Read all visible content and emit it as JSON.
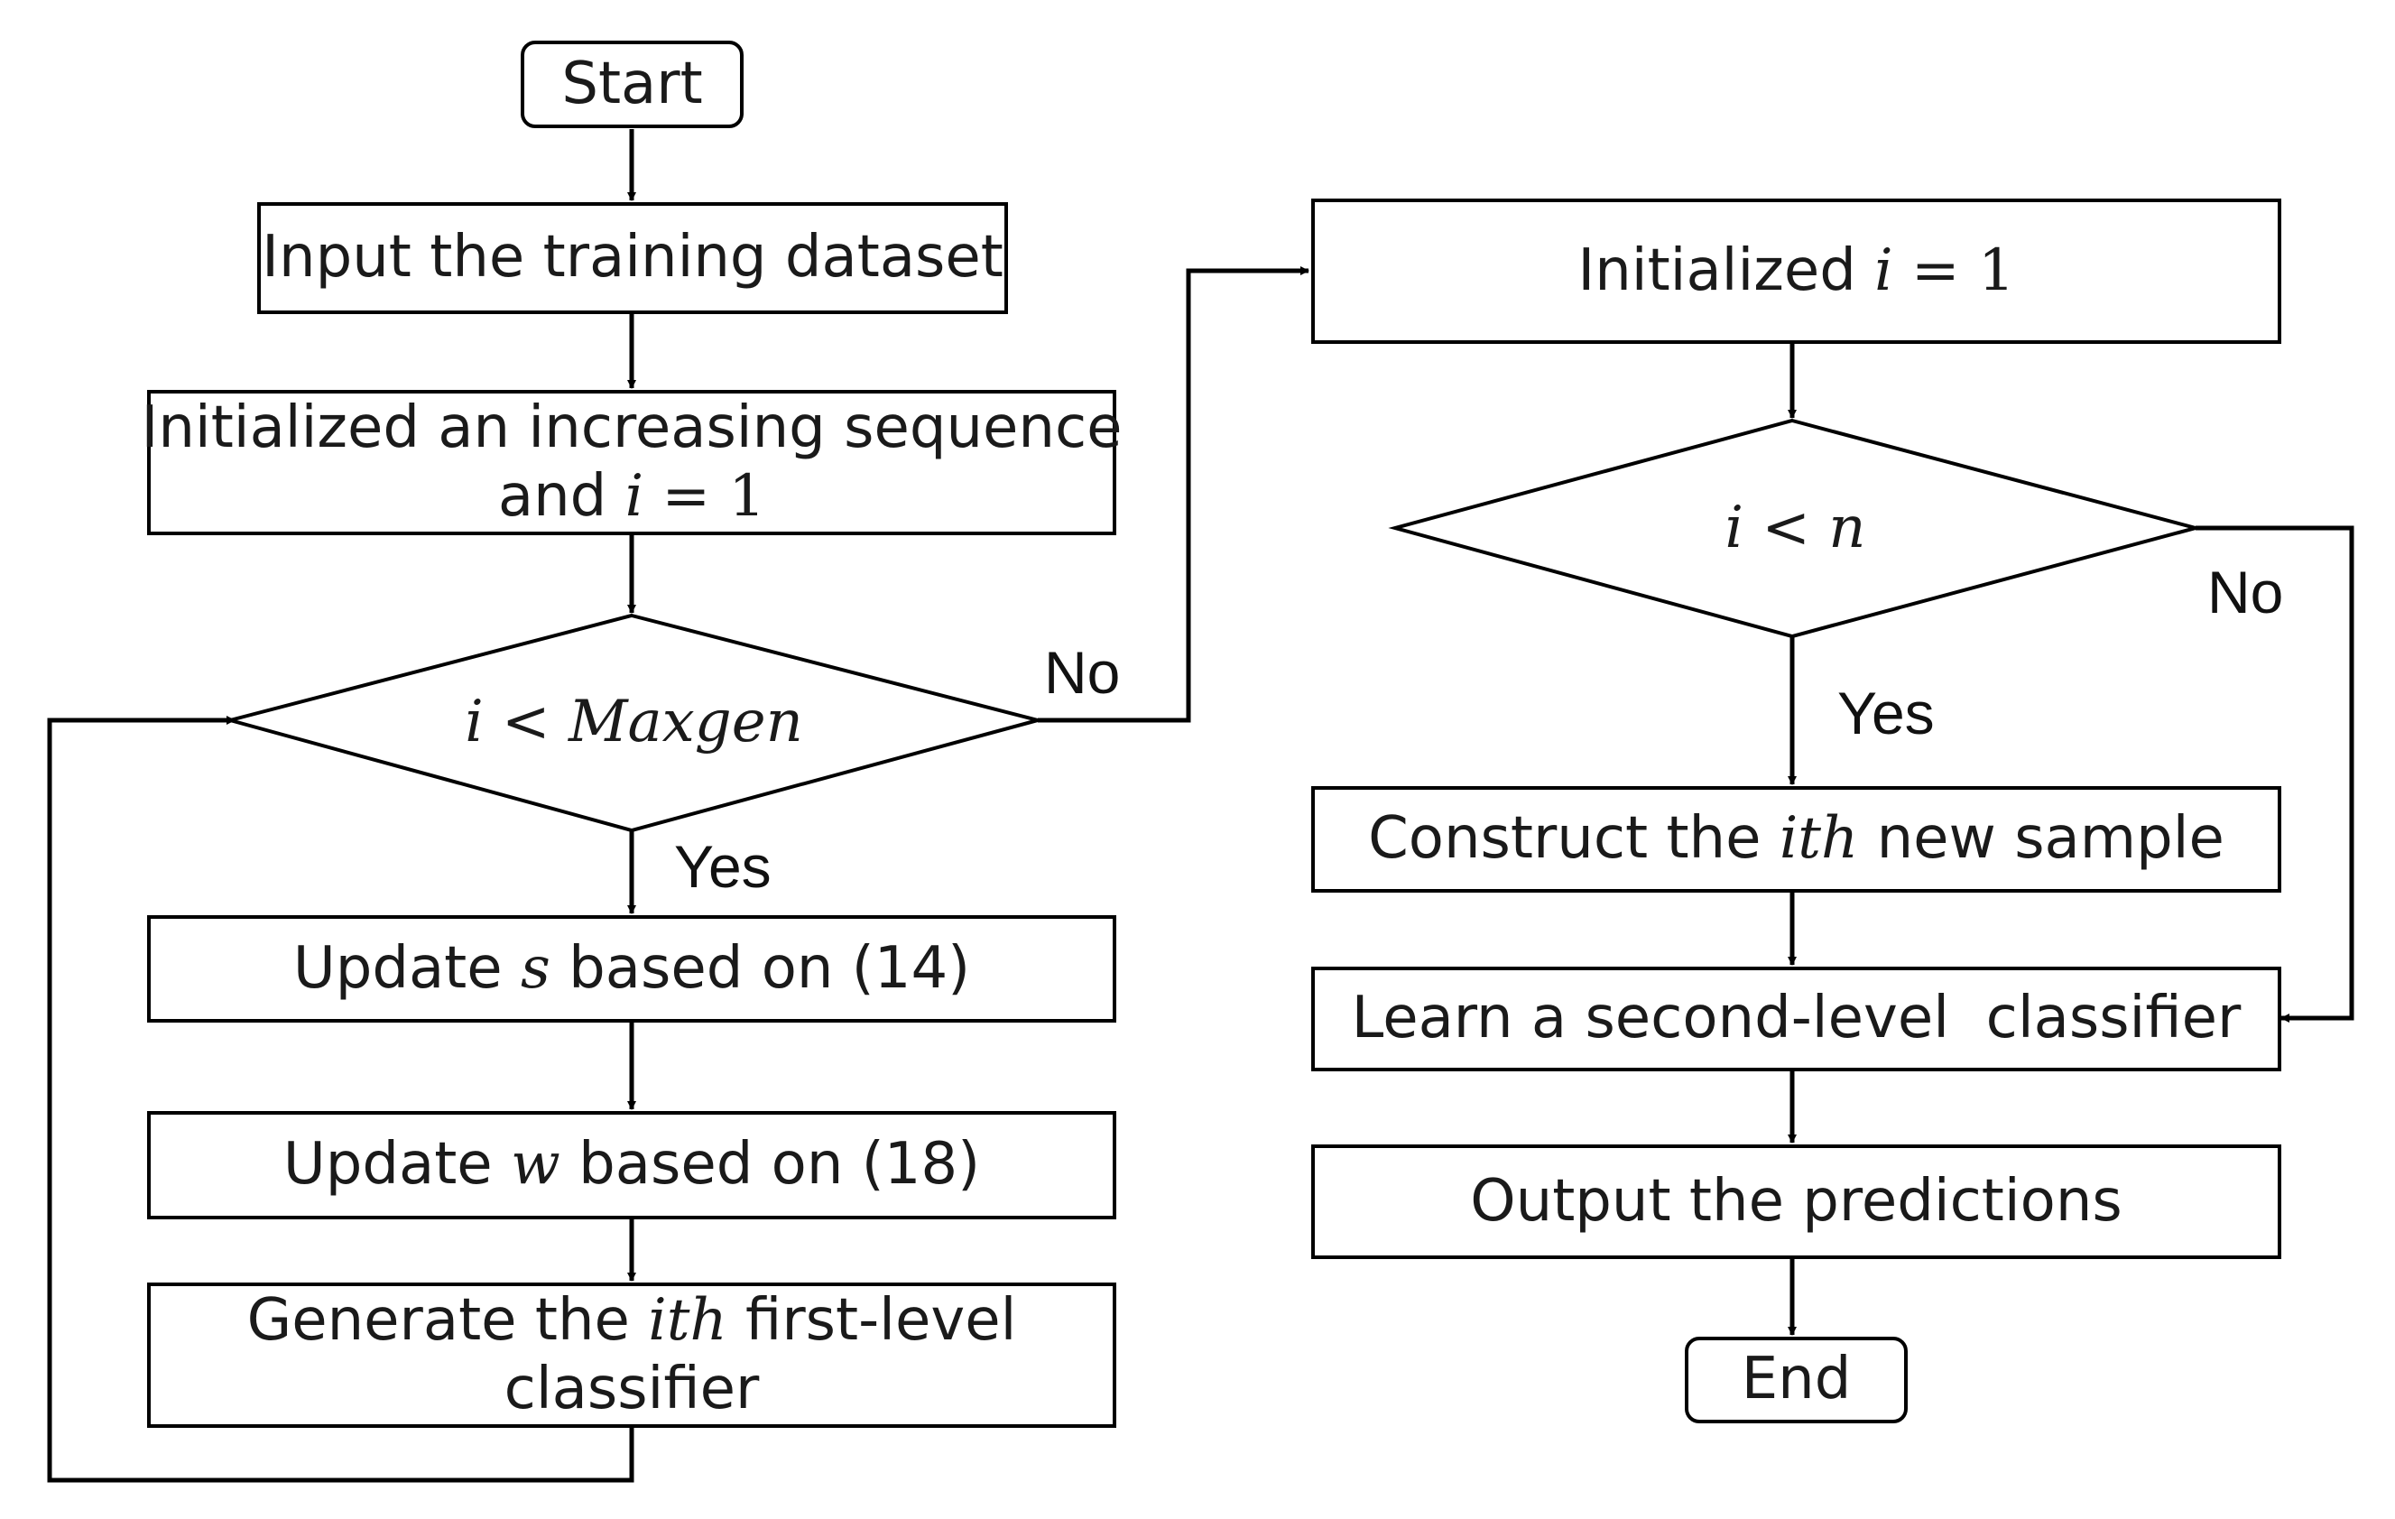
{
  "nodes": {
    "start": {
      "label": "Start"
    },
    "input_dataset": {
      "label": "Input the training dataset"
    },
    "init_sequence": {
      "line1": "Initialized an increasing sequence",
      "line2_prefix": "and",
      "var": "i",
      "eq": "= 1"
    },
    "cond_maxgen": {
      "label": "i < Maxgen"
    },
    "update_s": {
      "prefix": "Update",
      "var": "s",
      "suffix": "based on (14)"
    },
    "update_w": {
      "prefix": "Update",
      "var": "w",
      "suffix": "based on (18)"
    },
    "generate_first": {
      "prefix": "Generate the",
      "var": "ith",
      "suffix": "first-level",
      "line2": "classifier"
    },
    "init_i": {
      "prefix": "Initialized",
      "var": "i",
      "eq": "= 1"
    },
    "cond_n": {
      "label": "i < n"
    },
    "construct_sample": {
      "prefix": "Construct the",
      "var": "ith",
      "suffix": "new sample"
    },
    "learn_second": {
      "label": "Learn a second-level  classifier"
    },
    "output_predictions": {
      "label": "Output the predictions"
    },
    "end": {
      "label": "End"
    }
  },
  "branch_labels": {
    "maxgen_no": "No",
    "maxgen_yes": "Yes",
    "n_no": "No",
    "n_yes": "Yes"
  }
}
